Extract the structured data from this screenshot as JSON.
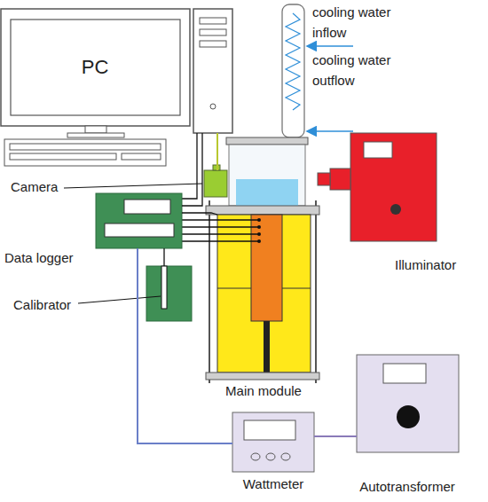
{
  "diagram": {
    "nodes": [
      {
        "text": [
          "PC"
        ]
      },
      {
        "text": [
          "Camera"
        ]
      },
      {
        "text": [
          "Data logger"
        ]
      },
      {
        "text": [
          "Calibrator"
        ]
      },
      {
        "text": [
          "Main module"
        ]
      },
      {
        "text": [
          "Illuminator"
        ]
      },
      {
        "text": [
          "Wattmeter"
        ]
      },
      {
        "text": [
          "Autotransformer"
        ]
      }
    ],
    "edges": [
      {
        "from": 0,
        "to": 1,
        "arrow": "none"
      },
      {
        "from": 0,
        "to": 2,
        "arrow": "none"
      },
      {
        "from": 2,
        "to": 4,
        "arrow": "none"
      },
      {
        "from": 2,
        "to": 3,
        "arrow": "none"
      },
      {
        "from": 2,
        "to": 6,
        "arrow": "none"
      },
      {
        "from": 6,
        "to": 7,
        "arrow": "none"
      }
    ],
    "labels": [
      "cooling water inflow",
      "cooling water outflow"
    ]
  }
}
